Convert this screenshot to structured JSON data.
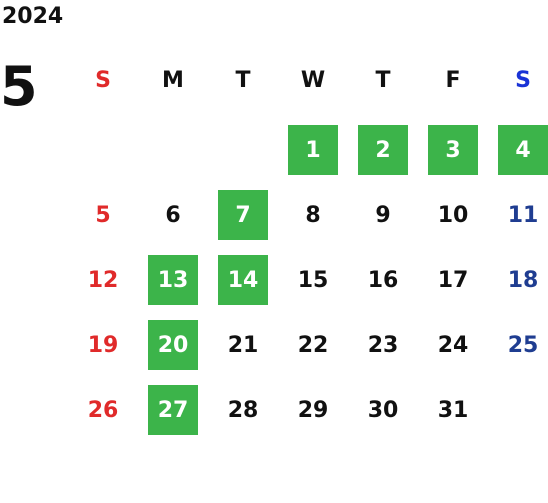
{
  "calendar": {
    "year": "2024",
    "month": "5",
    "weekdays": [
      "S",
      "M",
      "T",
      "W",
      "T",
      "F",
      "S"
    ],
    "first_weekday_index": 3,
    "days_in_month": 31,
    "highlighted_days": [
      1,
      2,
      3,
      4,
      7,
      13,
      14,
      20,
      27
    ],
    "colors": {
      "highlight": "#3cb44a",
      "sunday": "#e02a2a",
      "saturday": "#1f3d91",
      "saturday_header": "#1a33d6",
      "text": "#111111"
    }
  }
}
